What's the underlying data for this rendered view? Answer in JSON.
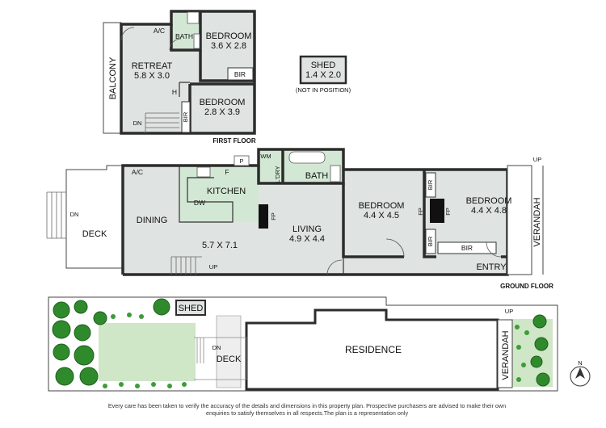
{
  "labels": {
    "first_floor": "FIRST FLOOR",
    "ground_floor": "GROUND FLOOR"
  },
  "rooms_first": {
    "bath": "BATH",
    "ac": "A/C",
    "bedroom1_name": "BEDROOM",
    "bedroom1_dim": "3.6 X 2.8",
    "retreat_name": "RETREAT",
    "retreat_dim": "5.8 X 3.0",
    "balcony": "BALCONY",
    "bir_a": "BIR",
    "h": "H",
    "bedroom2_name": "BEDROOM",
    "bedroom2_dim": "2.8 X 3.9",
    "bir_b": "BIR",
    "dn": "DN"
  },
  "shed": {
    "name": "SHED",
    "dim": "1.4 X 2.0",
    "note": "(NOT IN POSITION)"
  },
  "rooms_ground": {
    "wm": "WM",
    "p": "P",
    "ldry": "L'DRY",
    "bath": "BATH",
    "ac": "A/C",
    "f": "F",
    "kitchen": "KITCHEN",
    "dw": "DW",
    "dining": "DINING",
    "living_name": "LIVING",
    "living_dim": "4.9 X 4.4",
    "open_dim": "5.7 X 7.1",
    "fp1": "FP",
    "fp2": "FP",
    "fp3": "FP",
    "bedroom3_name": "BEDROOM",
    "bedroom3_dim": "4.4 X 4.5",
    "bedroom4_name": "BEDROOM",
    "bedroom4_dim": "4.4 X 4.8",
    "bir_c": "BIR",
    "bir_d": "BIR",
    "bir_e": "BIR",
    "verandah": "VERANDAH",
    "up_v": "UP",
    "entry": "ENTRY",
    "up_stair": "UP",
    "deck": "DECK",
    "dn_deck": "DN"
  },
  "site": {
    "shed": "SHED",
    "residence": "RESIDENCE",
    "deck": "DECK",
    "dn": "DN",
    "verandah": "VERANDAH",
    "up": "UP"
  },
  "compass": "N",
  "disclaimer_line1": "Every care has been taken to verify the accuracy of the details and dimensions in this property plan. Prospective purchasers are advised to make their own",
  "disclaimer_line2": "enquiries to satisfy themselves in all respects.The plan is a representation only",
  "colors": {
    "room_fill": "#dfe3e1",
    "wet_fill": "#d3e8d4",
    "lawn": "#cfe6c7",
    "tree": "#2f8a2c",
    "wall": "#2c2c2c"
  }
}
